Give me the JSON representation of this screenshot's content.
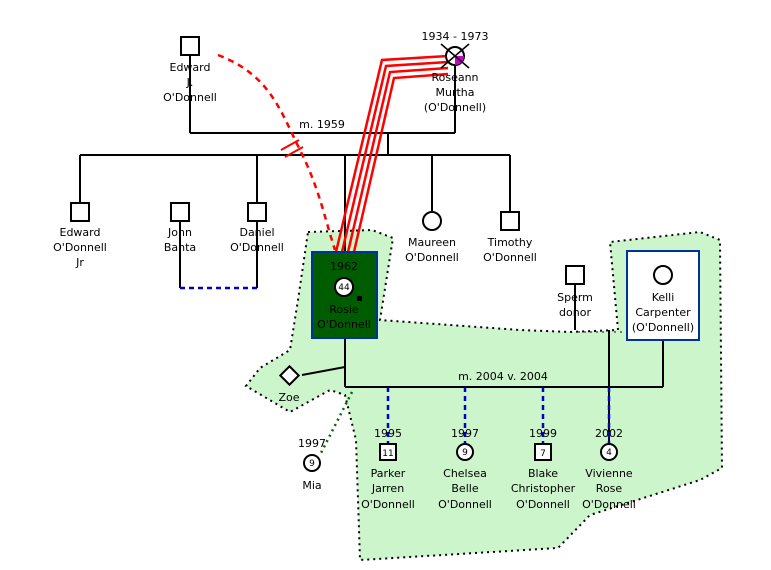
{
  "diagram": {
    "people": {
      "edward_sr": {
        "lines": [
          "Edward",
          "J.",
          "O'Donnell"
        ]
      },
      "roseann": {
        "years": "1934 - 1973",
        "lines": [
          "Roseann",
          "Murtha",
          "(O'Donnell)"
        ]
      },
      "edward_jr": {
        "lines": [
          "Edward",
          "O'Donnell",
          "Jr"
        ]
      },
      "john_banta": {
        "lines": [
          "John",
          "Banta"
        ]
      },
      "daniel": {
        "lines": [
          "Daniel",
          "O'Donnell"
        ]
      },
      "rosie": {
        "year": "1962",
        "age": "44",
        "lines": [
          "Rosie",
          "O'Donnell"
        ]
      },
      "maureen": {
        "lines": [
          "Maureen",
          "O'Donnell"
        ]
      },
      "timothy": {
        "lines": [
          "Timothy",
          "O'Donnell"
        ]
      },
      "sperm_donor": {
        "lines": [
          "Sperm",
          "donor"
        ]
      },
      "kelli": {
        "lines": [
          "Kelli",
          "Carpenter",
          "(O'Donnell)"
        ]
      },
      "zoe": {
        "lines": [
          "Zoe"
        ]
      },
      "mia": {
        "year": "1997",
        "age": "9",
        "lines": [
          "Mia"
        ]
      },
      "parker": {
        "year": "1995",
        "age": "11",
        "lines": [
          "Parker",
          "Jarren",
          "O'Donnell"
        ]
      },
      "chelsea": {
        "year": "1997",
        "age": "9",
        "lines": [
          "Chelsea",
          "Belle",
          "O'Donnell"
        ]
      },
      "blake": {
        "year": "1999",
        "age": "7",
        "lines": [
          "Blake",
          "Christopher",
          "O'Donnell"
        ]
      },
      "vivienne": {
        "year": "2002",
        "age": "4",
        "lines": [
          "Vivienne",
          "Rose",
          "O'Donnell"
        ]
      }
    },
    "relations": {
      "parents_marriage": "m. 1959",
      "rosie_kelli_marriage": "m. 2004 v. 2004"
    },
    "colors": {
      "household_fill": "#ccf5cc",
      "rosie_box": "#005c00",
      "kelli_border": "#003399",
      "hostile": "#ff0000",
      "adoption": "#0000cc",
      "roseann_marker": "#cc00cc",
      "foster": "#006600"
    }
  }
}
